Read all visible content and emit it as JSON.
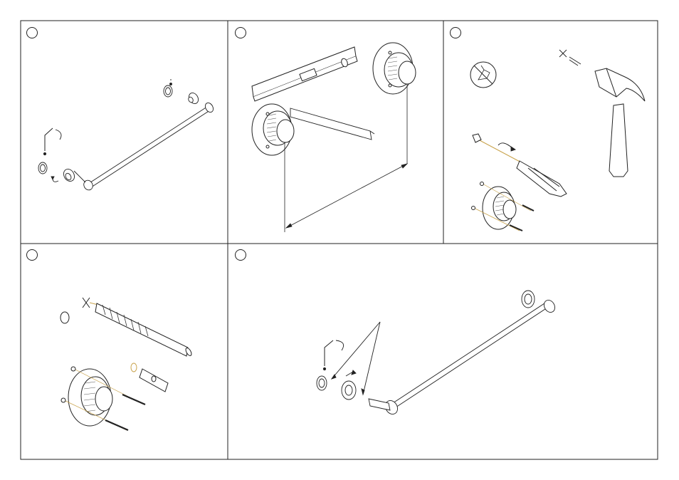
{
  "document": {
    "kind": "installation-instructions",
    "panels": [
      {
        "id": "step-1",
        "step_number": "",
        "depicts": "towel-bar-assembly-overview"
      },
      {
        "id": "step-2",
        "step_number": "",
        "depicts": "level-and-measure-distance"
      },
      {
        "id": "step-3",
        "step_number": "",
        "depicts": "tools-screwdriver-hammer-no-power-drill"
      },
      {
        "id": "step-4",
        "step_number": "",
        "depicts": "drill-and-anchor-mounting-screws"
      },
      {
        "id": "step-5",
        "step_number": "",
        "depicts": "attach-bar-and-tighten-set-screws"
      }
    ],
    "colors": {
      "line": "#222222",
      "hatch": "#555555",
      "accent": "#c8a24a",
      "paper": "#ffffff"
    }
  }
}
